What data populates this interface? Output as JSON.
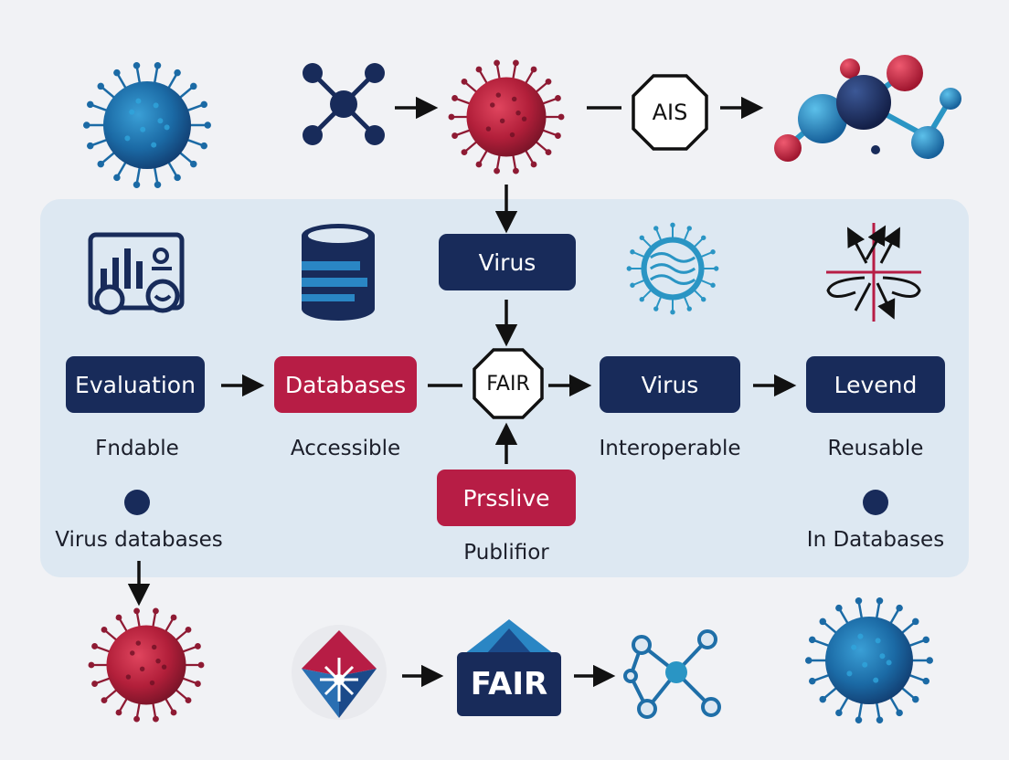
{
  "top_row": {
    "octagon_label": "AIS"
  },
  "panel": {
    "virus_box": "Virus",
    "main_flow": [
      {
        "box": "Evaluation",
        "caption": "Fndable"
      },
      {
        "box": "Databases",
        "caption": "Accessible"
      },
      {
        "octagon": "FAIR"
      },
      {
        "box": "Virus",
        "caption": "Interoperable"
      },
      {
        "box": "Levend",
        "caption": "Reusable"
      }
    ],
    "bottom_box": "Prsslive",
    "bottom_box_caption": "Publifior",
    "left_note": "Virus databases",
    "right_note": "In Databases"
  },
  "bottom_row": {
    "fair_badge": "FAIR"
  },
  "colors": {
    "navy": "#182b5a",
    "crimson": "#b71d45",
    "blue": "#1f6fa8",
    "teal": "#2a95c4",
    "panel": "#dde8f2"
  },
  "icons": [
    "virus-icon",
    "network-icon",
    "molecule-icon",
    "dashboard-icon",
    "database-icon",
    "arrows-cross-icon",
    "cell-icon",
    "diamond-logo-icon",
    "fair-badge-icon"
  ]
}
